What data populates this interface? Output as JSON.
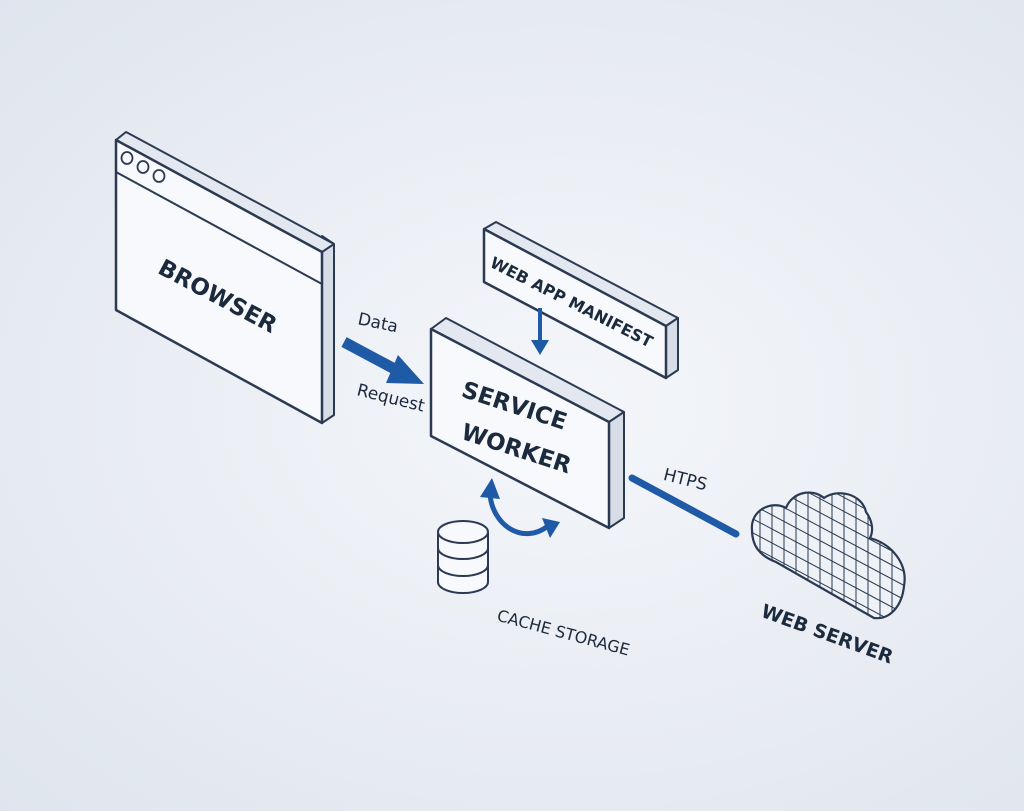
{
  "nodes": {
    "browser": {
      "label": "BROWSER"
    },
    "service_worker": {
      "label_line1": "SERVICE",
      "label_line2": "WORKER"
    },
    "manifest": {
      "label": "WEB APP MANIFEST"
    },
    "cache": {
      "label": "CACHE STORAGE"
    },
    "server": {
      "label": "WEB SERVER"
    }
  },
  "edges": {
    "data": "Data",
    "request": "Request",
    "https": "HTPS"
  },
  "colors": {
    "outline": "#2b3a52",
    "face": "#f7f9fc",
    "side": "#d7dde7",
    "accent": "#1f5aa6",
    "text": "#1c2a3d"
  }
}
